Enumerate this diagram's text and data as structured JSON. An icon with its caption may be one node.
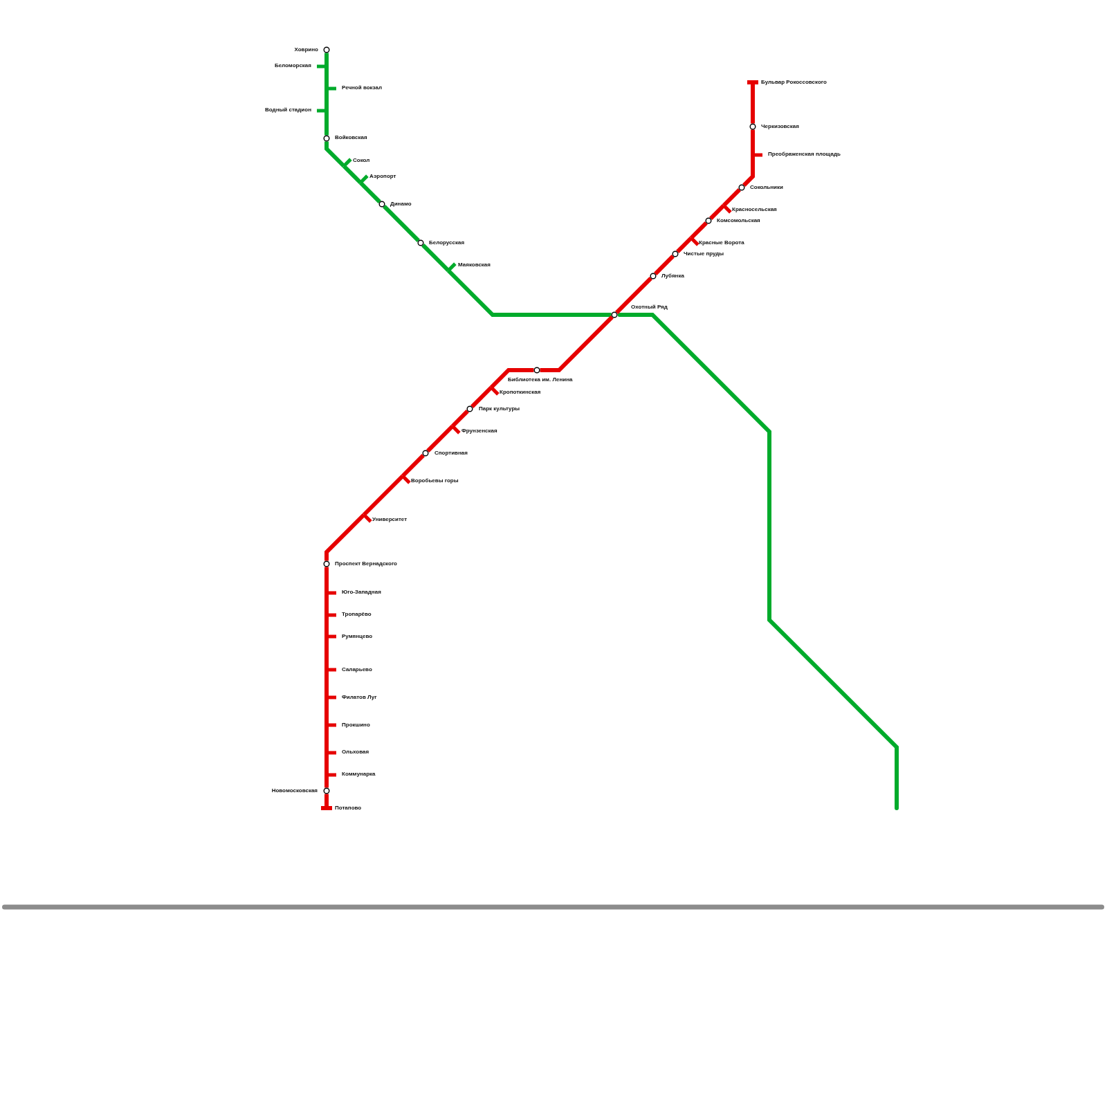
{
  "diagram": {
    "nodes": [
      {
        "text": [],
        "shape": "circle",
        "beside": [
          "Ховрино"
        ]
      },
      {
        "text": [],
        "shape": "bar",
        "beside": [
          "Беломорская"
        ]
      },
      {
        "text": [],
        "shape": "bar",
        "beside": [
          "Речной вокзал"
        ]
      },
      {
        "text": [],
        "shape": "bar",
        "beside": [
          "Водный стадион"
        ]
      },
      {
        "text": [],
        "shape": "circle",
        "beside": [
          "Войковская"
        ]
      },
      {
        "text": [],
        "shape": "bar",
        "beside": [
          "Сокол"
        ]
      },
      {
        "text": [],
        "shape": "bar",
        "beside": [
          "Аэропорт"
        ]
      },
      {
        "text": [],
        "shape": "circle",
        "beside": [
          "Динамо"
        ]
      },
      {
        "text": [],
        "shape": "circle",
        "beside": [
          "Белорусская"
        ]
      },
      {
        "text": [],
        "shape": "bar",
        "beside": [
          "Маяковская"
        ]
      },
      {
        "text": [],
        "shape": "bar",
        "beside": [
          "Бульвар Рокоссовского"
        ]
      },
      {
        "text": [],
        "shape": "circle",
        "beside": [
          "Черкизовская"
        ]
      },
      {
        "text": [],
        "shape": "bar",
        "beside": [
          "Преображенская площадь"
        ]
      },
      {
        "text": [],
        "shape": "circle",
        "beside": [
          "Сокольники"
        ]
      },
      {
        "text": [],
        "shape": "bar",
        "beside": [
          "Красносельская"
        ]
      },
      {
        "text": [],
        "shape": "circle",
        "beside": [
          "Комсомольская"
        ]
      },
      {
        "text": [],
        "shape": "bar",
        "beside": [
          "Красные Ворота"
        ]
      },
      {
        "text": [],
        "shape": "circle",
        "beside": [
          "Чистые пруды"
        ]
      },
      {
        "text": [],
        "shape": "circle",
        "beside": [
          "Лубянка"
        ]
      },
      {
        "text": [],
        "shape": "circle",
        "beside": [
          "Охотный Ряд"
        ]
      },
      {
        "text": [],
        "shape": "circle",
        "beside": [
          "Библиотека им. Ленина"
        ]
      },
      {
        "text": [],
        "shape": "bar",
        "beside": [
          "Кропоткинская"
        ]
      },
      {
        "text": [],
        "shape": "circle",
        "beside": [
          "Парк культуры"
        ]
      },
      {
        "text": [],
        "shape": "bar",
        "beside": [
          "Фрунзенская"
        ]
      },
      {
        "text": [],
        "shape": "circle",
        "beside": [
          "Спортивная"
        ]
      },
      {
        "text": [],
        "shape": "bar",
        "beside": [
          "Воробьевы горы"
        ]
      },
      {
        "text": [],
        "shape": "bar",
        "beside": [
          "Университет"
        ]
      },
      {
        "text": [],
        "shape": "circle",
        "beside": [
          "Проспект Вернадского"
        ]
      },
      {
        "text": [],
        "shape": "bar",
        "beside": [
          "Юго-Западная"
        ]
      },
      {
        "text": [],
        "shape": "bar",
        "beside": [
          "Тропарёво"
        ]
      },
      {
        "text": [],
        "shape": "bar",
        "beside": [
          "Румянцево"
        ]
      },
      {
        "text": [],
        "shape": "bar",
        "beside": [
          "Саларьево"
        ]
      },
      {
        "text": [],
        "shape": "bar",
        "beside": [
          "Филатов Луг"
        ]
      },
      {
        "text": [],
        "shape": "bar",
        "beside": [
          "Прокшино"
        ]
      },
      {
        "text": [],
        "shape": "bar",
        "beside": [
          "Ольховая"
        ]
      },
      {
        "text": [],
        "shape": "bar",
        "beside": [
          "Коммунарка"
        ]
      },
      {
        "text": [],
        "shape": "circle",
        "beside": [
          "Новомосковская"
        ]
      },
      {
        "text": [],
        "shape": "bar",
        "beside": [
          "Потапово"
        ]
      }
    ],
    "edges": [
      {
        "from": 0,
        "to": 1,
        "arrow": "none",
        "color": "#00ab2b"
      },
      {
        "from": 1,
        "to": 2,
        "arrow": "none",
        "color": "#00ab2b"
      },
      {
        "from": 2,
        "to": 3,
        "arrow": "none",
        "color": "#00ab2b"
      },
      {
        "from": 3,
        "to": 4,
        "arrow": "none",
        "color": "#00ab2b"
      },
      {
        "from": 4,
        "to": 5,
        "arrow": "none",
        "color": "#00ab2b"
      },
      {
        "from": 5,
        "to": 6,
        "arrow": "none",
        "color": "#00ab2b"
      },
      {
        "from": 6,
        "to": 7,
        "arrow": "none",
        "color": "#00ab2b"
      },
      {
        "from": 7,
        "to": 8,
        "arrow": "none",
        "color": "#00ab2b"
      },
      {
        "from": 8,
        "to": 9,
        "arrow": "none",
        "color": "#00ab2b"
      },
      {
        "from": 9,
        "to": 19,
        "arrow": "none",
        "color": "#00ab2b"
      },
      {
        "from": 19,
        "to": null,
        "arrow": "none",
        "color": "#00ab2b"
      },
      {
        "from": 10,
        "to": 11,
        "arrow": "none"
      },
      {
        "from": 11,
        "to": 12,
        "arrow": "none"
      },
      {
        "from": 12,
        "to": 13,
        "arrow": "none"
      },
      {
        "from": 13,
        "to": 14,
        "arrow": "none"
      },
      {
        "from": 14,
        "to": 15,
        "arrow": "none"
      },
      {
        "from": 15,
        "to": 16,
        "arrow": "none"
      },
      {
        "from": 16,
        "to": 17,
        "arrow": "none"
      },
      {
        "from": 17,
        "to": 18,
        "arrow": "none"
      },
      {
        "from": 18,
        "to": 19,
        "arrow": "none"
      },
      {
        "from": 19,
        "to": 20,
        "arrow": "none"
      },
      {
        "from": 20,
        "to": 21,
        "arrow": "none"
      },
      {
        "from": 21,
        "to": 22,
        "arrow": "none"
      },
      {
        "from": 22,
        "to": 23,
        "arrow": "none"
      },
      {
        "from": 23,
        "to": 24,
        "arrow": "none"
      },
      {
        "from": 24,
        "to": 25,
        "arrow": "none"
      },
      {
        "from": 25,
        "to": 26,
        "arrow": "none"
      },
      {
        "from": 26,
        "to": 27,
        "arrow": "none"
      },
      {
        "from": 27,
        "to": 28,
        "arrow": "none"
      },
      {
        "from": 28,
        "to": 29,
        "arrow": "none"
      },
      {
        "from": 29,
        "to": 30,
        "arrow": "none"
      },
      {
        "from": 30,
        "to": 31,
        "arrow": "none"
      },
      {
        "from": 31,
        "to": 32,
        "arrow": "none"
      },
      {
        "from": 32,
        "to": 33,
        "arrow": "none"
      },
      {
        "from": 33,
        "to": 34,
        "arrow": "none"
      },
      {
        "from": 34,
        "to": 35,
        "arrow": "none"
      },
      {
        "from": 35,
        "to": 36,
        "arrow": "none"
      },
      {
        "from": 36,
        "to": 37,
        "arrow": "none"
      }
    ]
  }
}
